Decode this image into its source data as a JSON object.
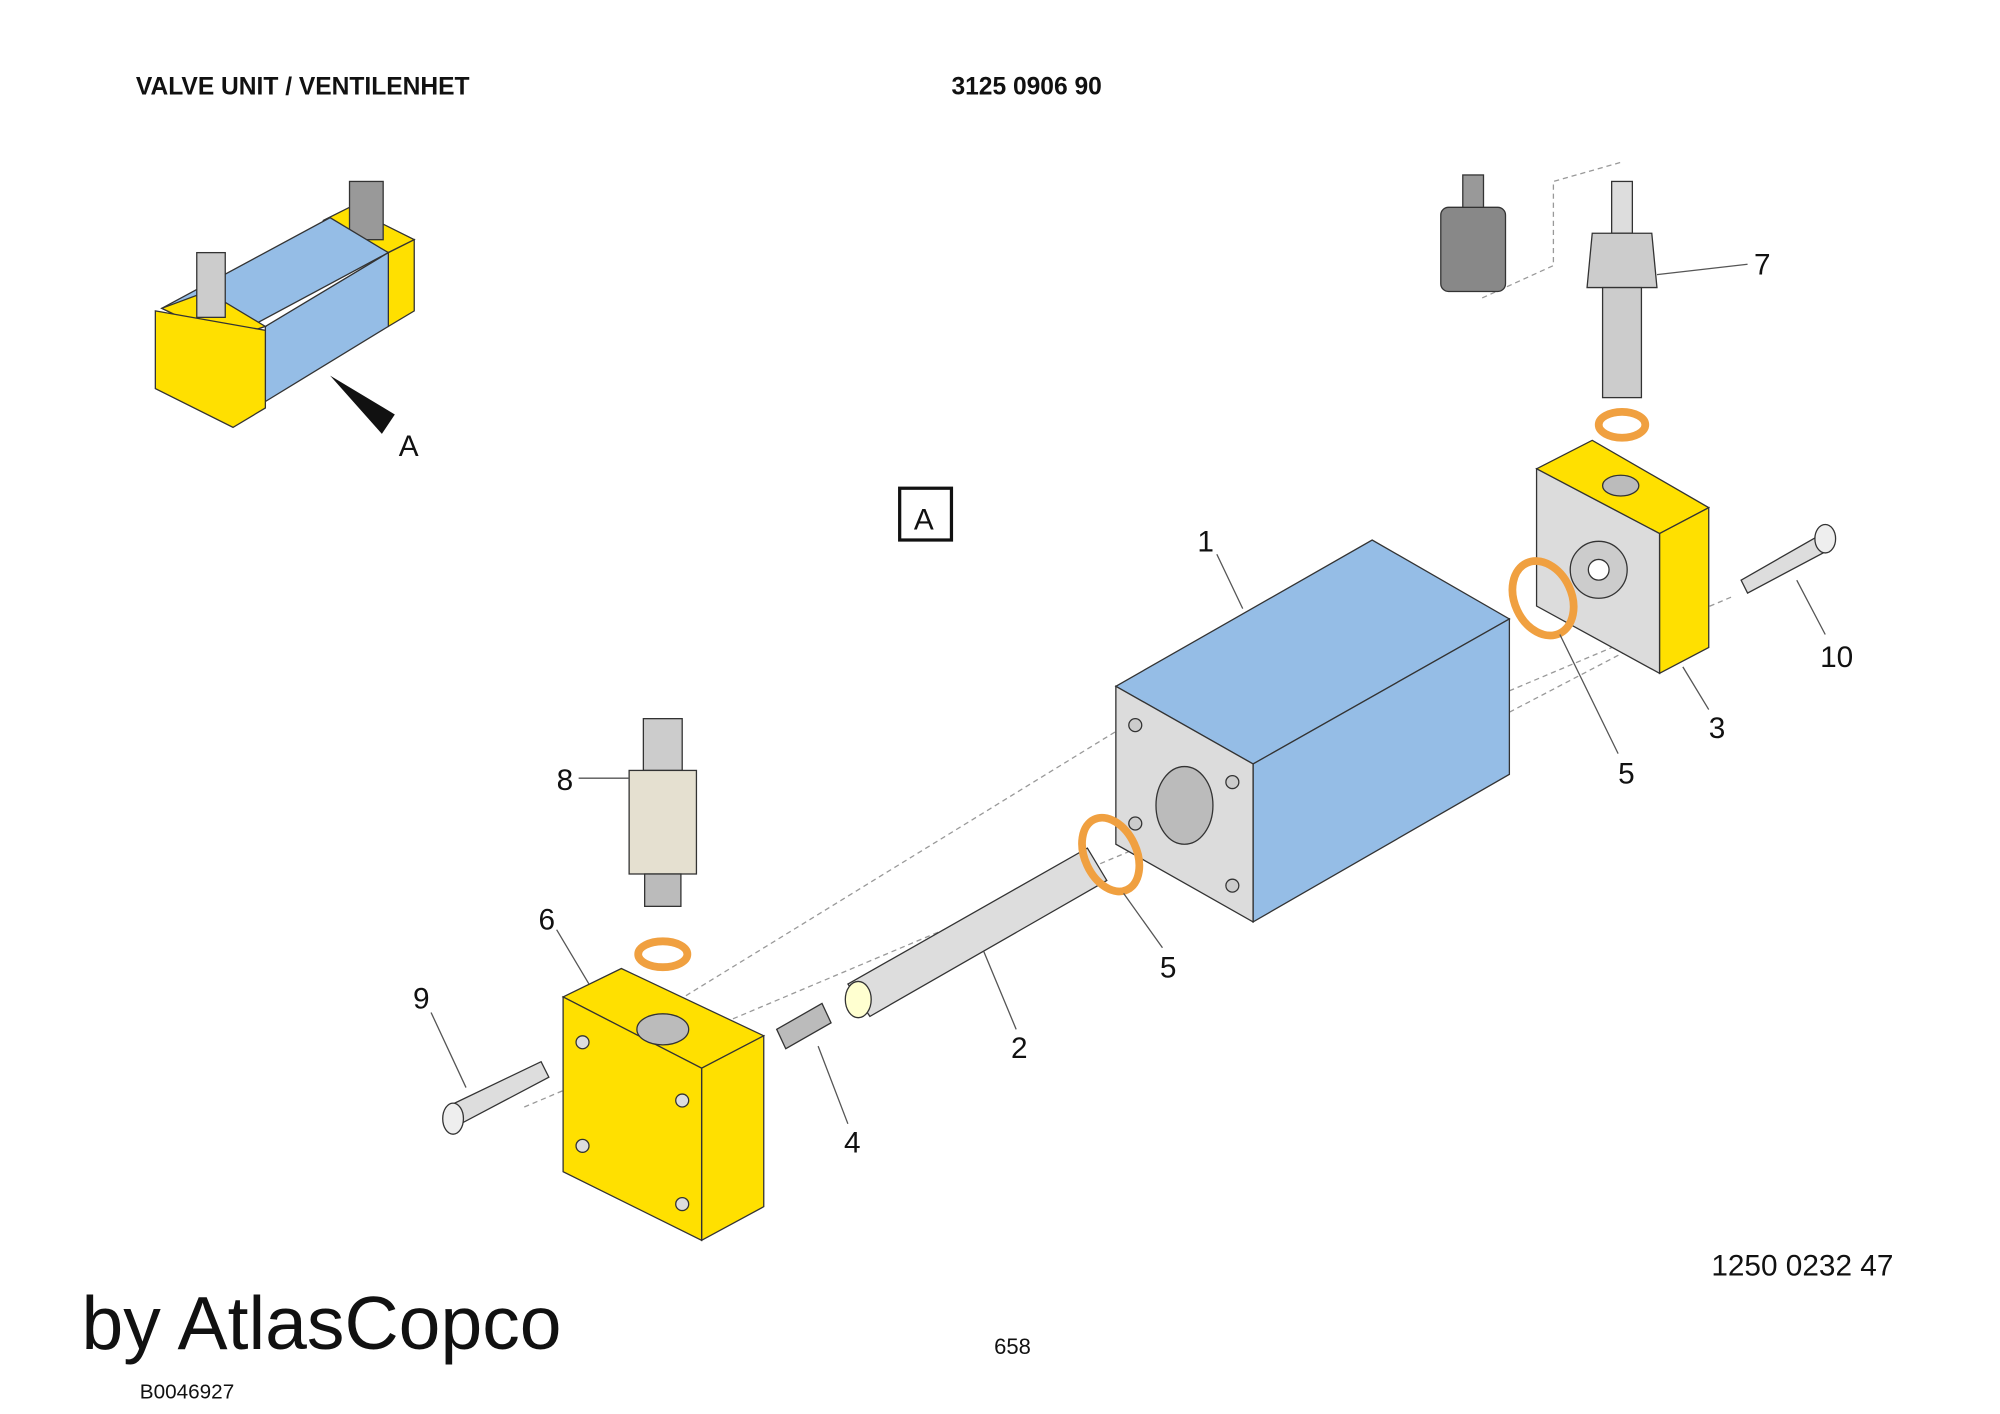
{
  "header": {
    "title": "VALVE UNIT / VENTILENHET",
    "part_number": "3125 0906 90"
  },
  "inset": {
    "view_label": "A"
  },
  "view_box_label": "A",
  "callouts": [
    "1",
    "2",
    "3",
    "4",
    "5",
    "5",
    "6",
    "7",
    "8",
    "9",
    "10"
  ],
  "drawing_number": "1250 0232 47",
  "footer": {
    "doc_code": "B0046927",
    "page": "658",
    "watermark": "by AtlasCopco"
  },
  "colors": {
    "blue": "#95bde6",
    "yellow": "#ffe000",
    "gray": "#dcdcdc",
    "orange": "#f0a040"
  }
}
